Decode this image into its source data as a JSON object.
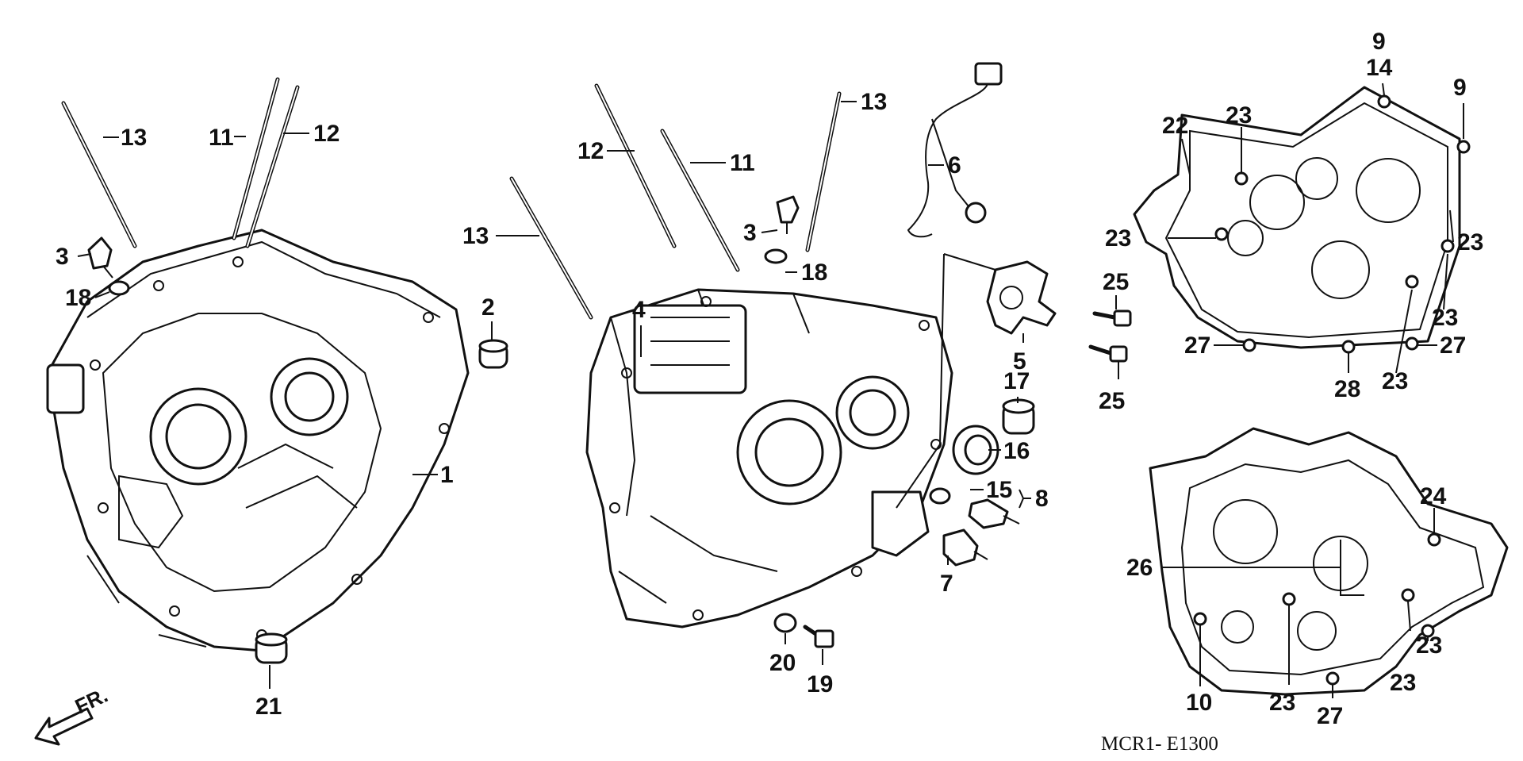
{
  "diagram": {
    "drawing_code": "MCR1- E1300",
    "direction_label": "FR.",
    "callouts": [
      {
        "id": "c1",
        "text": "1"
      },
      {
        "id": "c2",
        "text": "2"
      },
      {
        "id": "c3a",
        "text": "3"
      },
      {
        "id": "c3b",
        "text": "3"
      },
      {
        "id": "c4",
        "text": "4"
      },
      {
        "id": "c5",
        "text": "5"
      },
      {
        "id": "c6",
        "text": "6"
      },
      {
        "id": "c7",
        "text": "7"
      },
      {
        "id": "c8",
        "text": "8"
      },
      {
        "id": "c9a",
        "text": "9"
      },
      {
        "id": "c9b",
        "text": "9"
      },
      {
        "id": "c10",
        "text": "10"
      },
      {
        "id": "c11a",
        "text": "11"
      },
      {
        "id": "c11b",
        "text": "11"
      },
      {
        "id": "c12a",
        "text": "12"
      },
      {
        "id": "c12b",
        "text": "12"
      },
      {
        "id": "c13a",
        "text": "13"
      },
      {
        "id": "c13b",
        "text": "13"
      },
      {
        "id": "c13c",
        "text": "13"
      },
      {
        "id": "c14",
        "text": "14"
      },
      {
        "id": "c15",
        "text": "15"
      },
      {
        "id": "c16",
        "text": "16"
      },
      {
        "id": "c17",
        "text": "17"
      },
      {
        "id": "c18a",
        "text": "18"
      },
      {
        "id": "c18b",
        "text": "18"
      },
      {
        "id": "c19",
        "text": "19"
      },
      {
        "id": "c20",
        "text": "20"
      },
      {
        "id": "c21",
        "text": "21"
      },
      {
        "id": "c22",
        "text": "22"
      },
      {
        "id": "c23a",
        "text": "23"
      },
      {
        "id": "c23b",
        "text": "23"
      },
      {
        "id": "c23c",
        "text": "23"
      },
      {
        "id": "c23d",
        "text": "23"
      },
      {
        "id": "c23e",
        "text": "23"
      },
      {
        "id": "c23f",
        "text": "23"
      },
      {
        "id": "c23g",
        "text": "23"
      },
      {
        "id": "c23h",
        "text": "23"
      },
      {
        "id": "c24",
        "text": "24"
      },
      {
        "id": "c25a",
        "text": "25"
      },
      {
        "id": "c25b",
        "text": "25"
      },
      {
        "id": "c26",
        "text": "26"
      },
      {
        "id": "c27a",
        "text": "27"
      },
      {
        "id": "c27b",
        "text": "27"
      },
      {
        "id": "c27c",
        "text": "27"
      },
      {
        "id": "c28",
        "text": "28"
      }
    ]
  }
}
